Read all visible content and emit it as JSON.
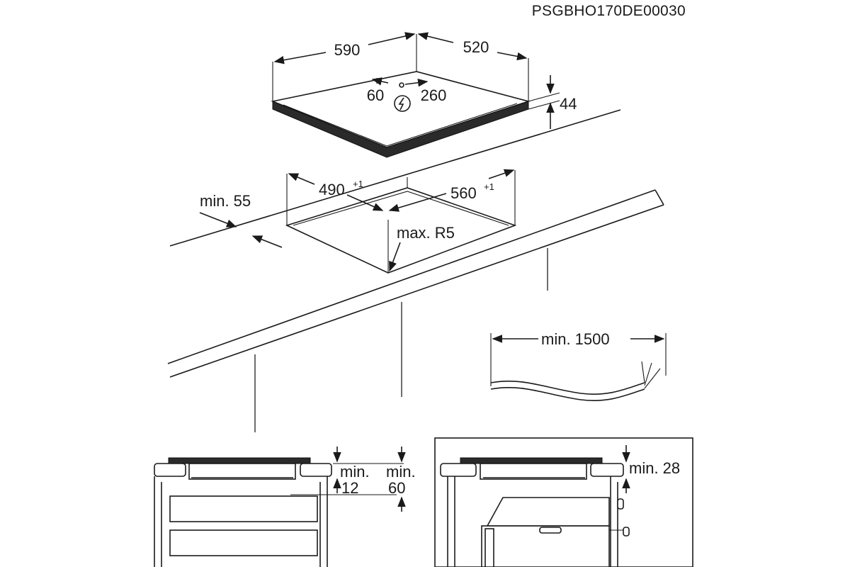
{
  "document": {
    "code": "PSGBHO170DE00030"
  },
  "hob": {
    "width": "590",
    "depth": "520",
    "height": "44",
    "connection_offset_left": "60",
    "connection_offset_right": "260",
    "connection_icon": "electrical-connection-icon"
  },
  "cutout": {
    "width_value": "490",
    "width_tolerance": "+1",
    "depth_value": "560",
    "depth_tolerance": "+1",
    "edge_distance": "min. 55",
    "corner_radius": "max. R5"
  },
  "cable": {
    "length": "min. 1500"
  },
  "section_drawer": {
    "gap_label_line1": "min.",
    "gap_label_line2": "12",
    "depth_label_line1": "min.",
    "depth_label_line2": "60"
  },
  "section_oven": {
    "gap_label": "min. 28"
  },
  "colors": {
    "line": "#1a1a1a",
    "background": "#ffffff",
    "hob_glass": "#2a2a2a"
  }
}
